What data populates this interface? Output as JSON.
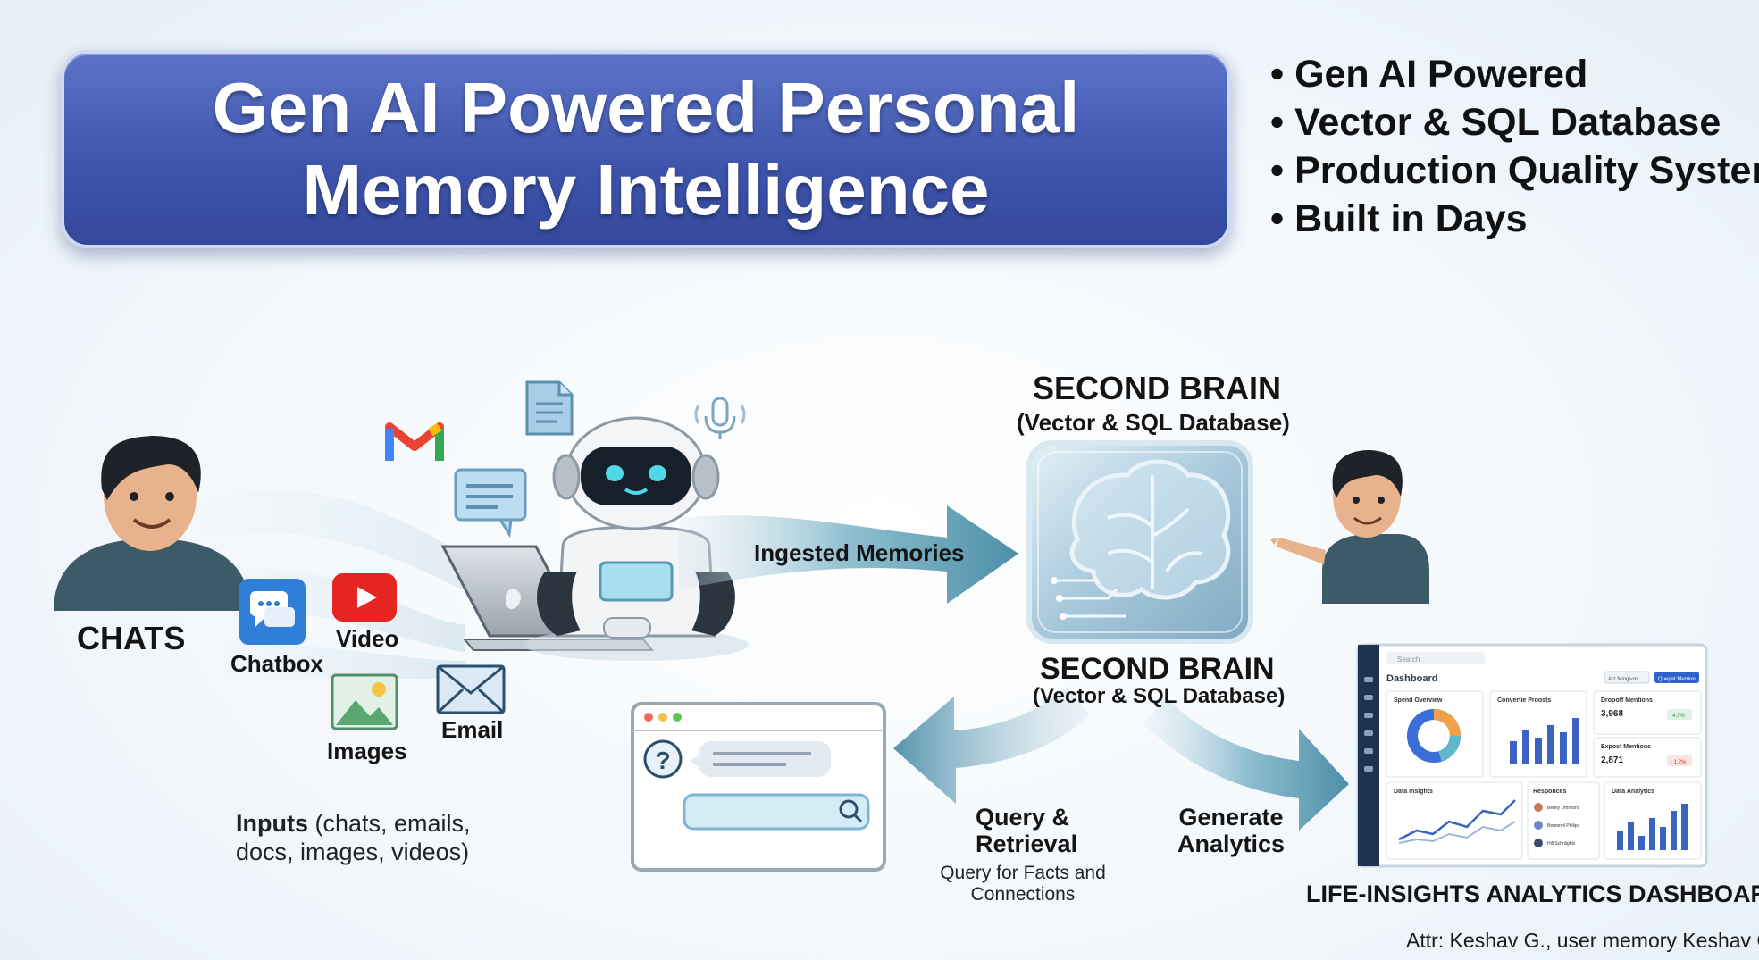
{
  "title": {
    "line1": "Gen AI Powered Personal",
    "line2": "Memory Intelligence"
  },
  "features": [
    "Gen AI Powered",
    "Vector & SQL Database",
    "Production Quality System",
    "Built in Days"
  ],
  "inputs": {
    "person_label": "CHATS",
    "chatbox": "Chatbox",
    "video": "Video",
    "images": "Images",
    "email": "Email",
    "caption_bold": "Inputs",
    "caption_rest1": " (chats, emails,",
    "caption_rest2": "docs, images, videos)"
  },
  "flow": {
    "ingested": "Ingested Memories",
    "query_line1": "Query &",
    "query_line2": "Retrieval",
    "query_sub1": "Query for Facts and",
    "query_sub2": "Connections",
    "generate_line1": "Generate",
    "generate_line2": "Analytics"
  },
  "brain": {
    "top_title": "SECOND BRAIN",
    "top_sub": "(Vector & SQL Database)",
    "bottom_title": "SECOND BRAIN",
    "bottom_sub": "(Vector & SQL Database)"
  },
  "dashboard": {
    "heading": "Dashboard",
    "label": "LIFE-INSIGHTS ANALYTICS DASHBOARD",
    "card_spend": "Spend Overview",
    "card_convert": "Convertie Proosts",
    "card_dropoff": "Dropoff Mentions",
    "dropoff_value": "3,968",
    "dropoff_badge": "4.3%",
    "card_export": "Expost Mentions",
    "export_value": "2,871",
    "export_badge": "- 1.2%",
    "card_insights": "Data Insights",
    "card_responses": "Responces",
    "resp1": "Benny Dminions",
    "resp2": "Bennerol Philips",
    "resp3": "Hill Schnlights",
    "card_analytics": "Data Analytics",
    "search_placeholder": "Search",
    "filter_label": "Act Mingsont",
    "button_label": "Quepat Merrion"
  },
  "attribution": "Attr: Keshav G., user memory Keshav G",
  "colors": {
    "banner": "#3f56ad",
    "arrow": "#5d9bb3",
    "robot_eye": "#4fd8e8",
    "gmail_red": "#ea4335",
    "youtube_red": "#e52521",
    "chatbox_blue": "#2f7fd8",
    "shirt": "#3d5a68"
  }
}
